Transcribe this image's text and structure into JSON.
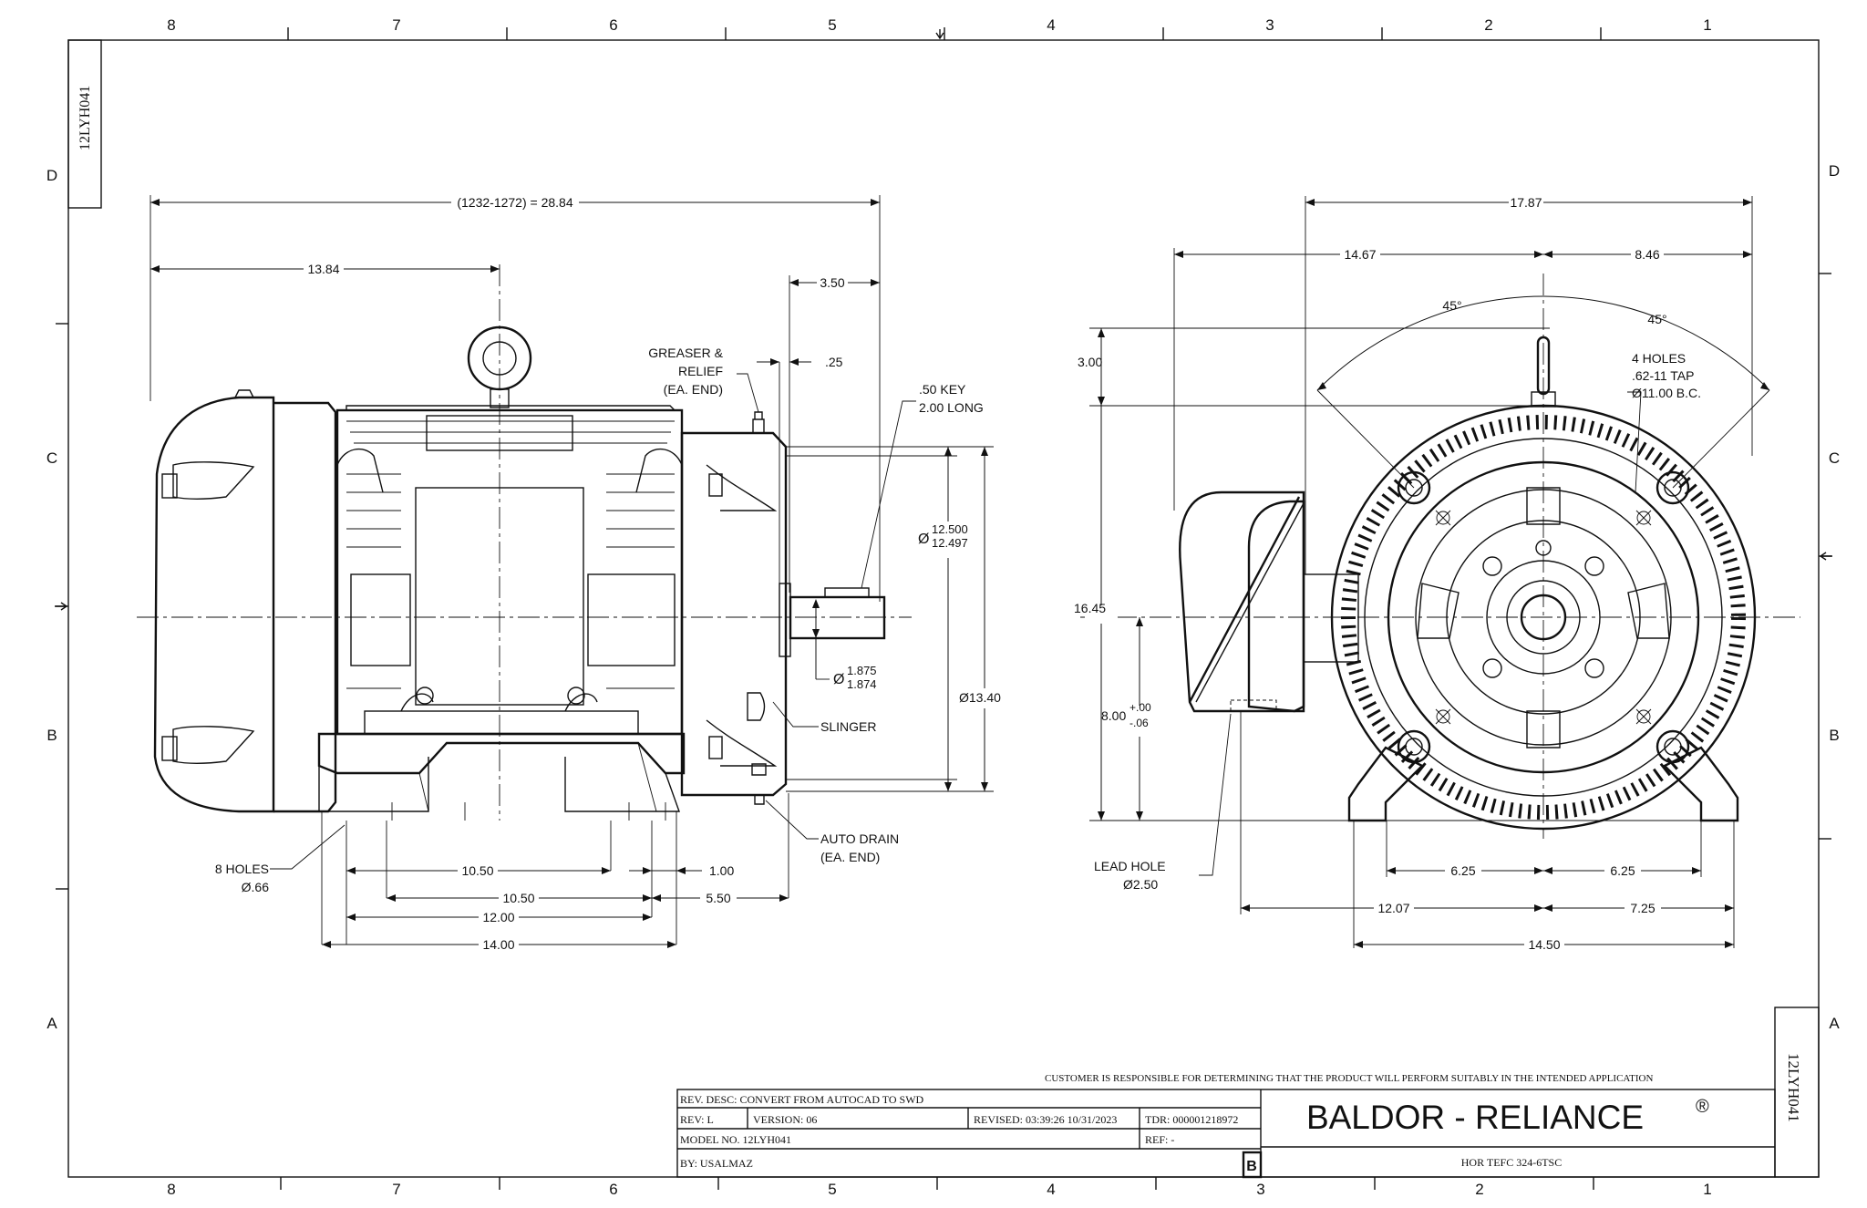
{
  "drawing_id": "12LYH041",
  "border": {
    "columns": [
      "8",
      "7",
      "6",
      "5",
      "4",
      "3",
      "2",
      "1"
    ],
    "rows": [
      "D",
      "C",
      "B",
      "A"
    ]
  },
  "side_view": {
    "overall_length": "(1232-1272) = 28.84",
    "to_centerline": "13.84",
    "shaft_extension": "3.50",
    "shoulder": ".25",
    "greaser": [
      "GREASER &",
      "RELIEF",
      "(EA. END)"
    ],
    "key": [
      ".50 KEY",
      "2.00 LONG"
    ],
    "pilot_dia_sym": "Ø",
    "pilot_dia_max": "12.500",
    "pilot_dia_min": "12.497",
    "shaft_dia_sym": "Ø",
    "shaft_dia_max": "1.875",
    "shaft_dia_min": "1.874",
    "face_dia": "Ø13.40",
    "slinger": "SLINGER",
    "auto_drain": [
      "AUTO DRAIN",
      "(EA. END)"
    ],
    "holes": [
      "8 HOLES",
      "Ø.66"
    ],
    "foot_dims": [
      "10.50",
      "10.50",
      "12.00",
      "14.00"
    ],
    "end_dims": [
      "1.00",
      "5.50"
    ]
  },
  "end_view": {
    "overall_width": "17.87",
    "left_width": "14.67",
    "right_width": "8.46",
    "angle_left": "45°",
    "angle_right": "45°",
    "tap_note": [
      "4 HOLES",
      ".62-11 TAP",
      "Ø11.00 B.C."
    ],
    "lift_height": "3.00",
    "total_height": "16.45",
    "shaft_height": "8.00",
    "tol_plus": "+.00",
    "tol_minus": "-.06",
    "lead_hole": [
      "LEAD HOLE",
      "Ø2.50"
    ],
    "base_dims": [
      "6.25",
      "6.25",
      "12.07",
      "7.25",
      "14.50"
    ]
  },
  "title_block": {
    "disclaimer": "CUSTOMER IS RESPONSIBLE FOR DETERMINING THAT THE PRODUCT WILL PERFORM SUITABLY IN THE INTENDED APPLICATION",
    "rev_desc": "REV. DESC: CONVERT FROM AUTOCAD TO SWD",
    "rev": "REV:  L",
    "version": "VERSION:  06",
    "revised": "REVISED:  03:39:26 10/31/2023",
    "tdr": "TDR: 000001218972",
    "model": "MODEL NO.  12LYH041",
    "ref": "REF:  -",
    "by": "BY: USALMAZ",
    "size": "B",
    "company": "BALDOR - RELIANCE",
    "registered": "®",
    "description": "HOR TEFC 324-6TSC"
  }
}
